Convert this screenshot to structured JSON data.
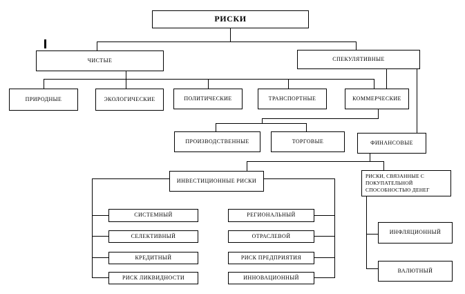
{
  "diagram": {
    "name": "risk-classification-tree",
    "root_label": "РИСКИ",
    "line_color": "#000000",
    "background": "#ffffff"
  },
  "nodes": {
    "riski": {
      "label": "РИСКИ"
    },
    "chistye": {
      "label": "ЧИСТЫЕ"
    },
    "spekulyativnye": {
      "label": "СПЕКУЛЯТИВНЫЕ"
    },
    "prirodnye": {
      "label": "ПРИРОДНЫЕ"
    },
    "ekologicheskie": {
      "label": "ЭКОЛОГИЧЕСКИЕ"
    },
    "politicheskie": {
      "label": "ПОЛИТИЧЕСКИЕ"
    },
    "transportnye": {
      "label": "ТРАНСПОРТНЫЕ"
    },
    "kommercheskie": {
      "label": "КОММЕРЧЕСКИЕ"
    },
    "proizvodstvennye": {
      "label": "ПРОИЗВОДСТВЕННЫЕ"
    },
    "torgovye": {
      "label": "ТОРГОВЫЕ"
    },
    "finansovye": {
      "label": "ФИНАНСОВЫЕ"
    },
    "investicionnye_riski": {
      "label": "ИНВЕСТИЦИОННЫЕ РИСКИ"
    },
    "riski_svyazannye": {
      "label": "РИСКИ, СВЯЗАННЫЕ С ПОКУПАТЕЛЬНОЙ СПОСОБНОСТЬЮ ДЕНЕГ",
      "lines": [
        "РИСКИ, СВЯЗАННЫЕ С",
        "ПОКУПАТЕЛЬНОЙ",
        "СПОСОБНОСТЬЮ ДЕНЕГ"
      ]
    },
    "sistemnyj": {
      "label": "СИСТЕМНЫЙ"
    },
    "selektivnyj": {
      "label": "СЕЛЕКТИВНЫЙ"
    },
    "kreditnyj": {
      "label": "КРЕДИТНЫЙ"
    },
    "risk_likvidnosti": {
      "label": "РИСК ЛИКВИДНОСТИ"
    },
    "regionalnyj": {
      "label": "РЕГИОНАЛЬНЫЙ"
    },
    "otraslevoj": {
      "label": "ОТРАСЛЕВОЙ"
    },
    "risk_predpriyatiya": {
      "label": "РИСК ПРЕДПРИЯТИЯ"
    },
    "innovacionnyj": {
      "label": "ИННОВАЦИОННЫЙ"
    },
    "inflyacionnyj": {
      "label": "ИНФЛЯЦИОННЫЙ"
    },
    "valyutnyj": {
      "label": "ВАЛЮТНЫЙ"
    }
  }
}
